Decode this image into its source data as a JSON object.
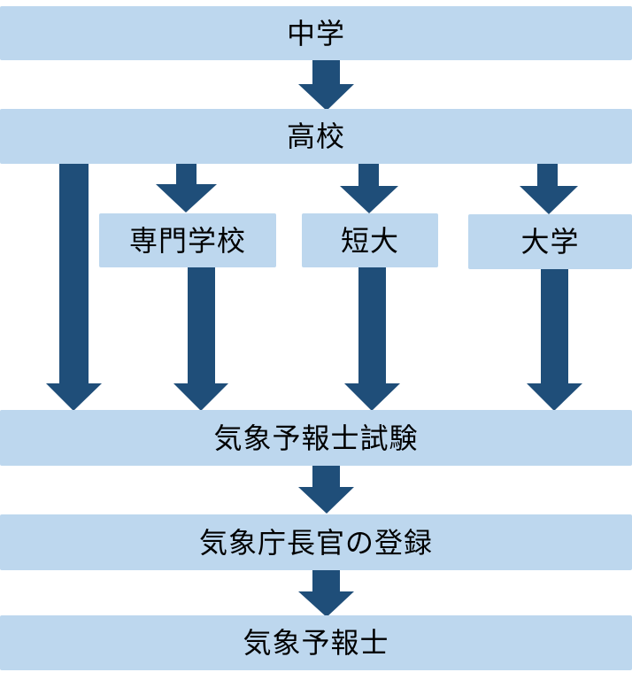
{
  "diagram": {
    "title": "気象予報士になるまでの流れ",
    "colors": {
      "box_fill": "#bdd7ee",
      "arrow_fill": "#1f4e79",
      "text": "#000000"
    },
    "nodes": {
      "chugaku": "中学",
      "koko": "高校",
      "senmon": "専門学校",
      "tandai": "短大",
      "daigaku": "大学",
      "shiken": "気象予報士試験",
      "toroku": "気象庁長官の登録",
      "yohoshi": "気象予報士"
    },
    "edges": [
      {
        "from": "chugaku",
        "to": "koko"
      },
      {
        "from": "koko",
        "to": "shiken"
      },
      {
        "from": "koko",
        "to": "senmon"
      },
      {
        "from": "koko",
        "to": "tandai"
      },
      {
        "from": "koko",
        "to": "daigaku"
      },
      {
        "from": "senmon",
        "to": "shiken"
      },
      {
        "from": "tandai",
        "to": "shiken"
      },
      {
        "from": "daigaku",
        "to": "shiken"
      },
      {
        "from": "shiken",
        "to": "toroku"
      },
      {
        "from": "toroku",
        "to": "yohoshi"
      }
    ]
  }
}
